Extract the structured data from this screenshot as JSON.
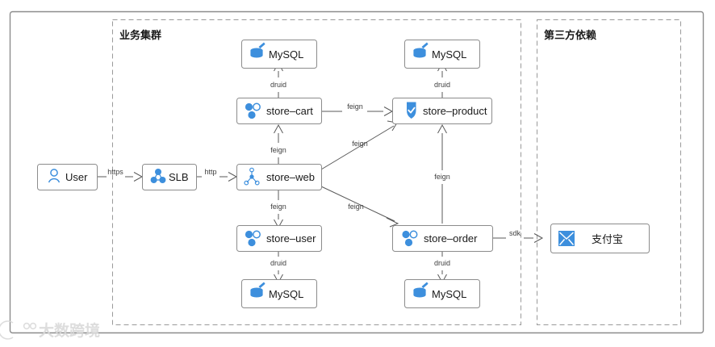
{
  "diagram": {
    "title": "",
    "groups": [
      {
        "id": "business",
        "label": "业务集群"
      },
      {
        "id": "third_party",
        "label": "第三方依赖"
      }
    ],
    "nodes": [
      {
        "id": "user",
        "label": "User",
        "icon": "user-icon"
      },
      {
        "id": "slb",
        "label": "SLB",
        "icon": "network-cluster-icon"
      },
      {
        "id": "store_web",
        "label": "store–web",
        "icon": "network-node-icon"
      },
      {
        "id": "store_cart",
        "label": "store–cart",
        "icon": "service-circles-icon"
      },
      {
        "id": "store_product",
        "label": "store–product",
        "icon": "shield-check-icon"
      },
      {
        "id": "store_user",
        "label": "store–user",
        "icon": "service-circles-icon"
      },
      {
        "id": "store_order",
        "label": "store–order",
        "icon": "service-circles-icon"
      },
      {
        "id": "mysql_cart",
        "label": "MySQL",
        "icon": "mysql-icon"
      },
      {
        "id": "mysql_product",
        "label": "MySQL",
        "icon": "mysql-icon"
      },
      {
        "id": "mysql_user",
        "label": "MySQL",
        "icon": "mysql-icon"
      },
      {
        "id": "mysql_order",
        "label": "MySQL",
        "icon": "mysql-icon"
      },
      {
        "id": "alipay",
        "label": "支付宝",
        "icon": "envelope-icon"
      }
    ],
    "edges": [
      {
        "from": "user",
        "to": "slb",
        "label": "https"
      },
      {
        "from": "slb",
        "to": "store_web",
        "label": "http"
      },
      {
        "from": "store_web",
        "to": "store_cart",
        "label": "feign"
      },
      {
        "from": "store_web",
        "to": "store_product",
        "label": "feign"
      },
      {
        "from": "store_web",
        "to": "store_user",
        "label": "feign"
      },
      {
        "from": "store_web",
        "to": "store_order",
        "label": "feign"
      },
      {
        "from": "store_order",
        "to": "store_product",
        "label": "feign"
      },
      {
        "from": "store_cart",
        "to": "store_product",
        "label": "feign"
      },
      {
        "from": "store_cart",
        "to": "mysql_cart",
        "label": "druid"
      },
      {
        "from": "store_product",
        "to": "mysql_product",
        "label": "druid"
      },
      {
        "from": "store_user",
        "to": "mysql_user",
        "label": "druid"
      },
      {
        "from": "store_order",
        "to": "mysql_order",
        "label": "druid"
      },
      {
        "from": "store_order",
        "to": "alipay",
        "label": "sdk"
      }
    ],
    "colors": {
      "accent": "#3d8fdd",
      "node_border": "#8c8c8c",
      "group_border": "#9a9a9a",
      "line": "#595959",
      "background": "#ffffff"
    }
  },
  "watermark": {
    "text": "大数跨境"
  }
}
